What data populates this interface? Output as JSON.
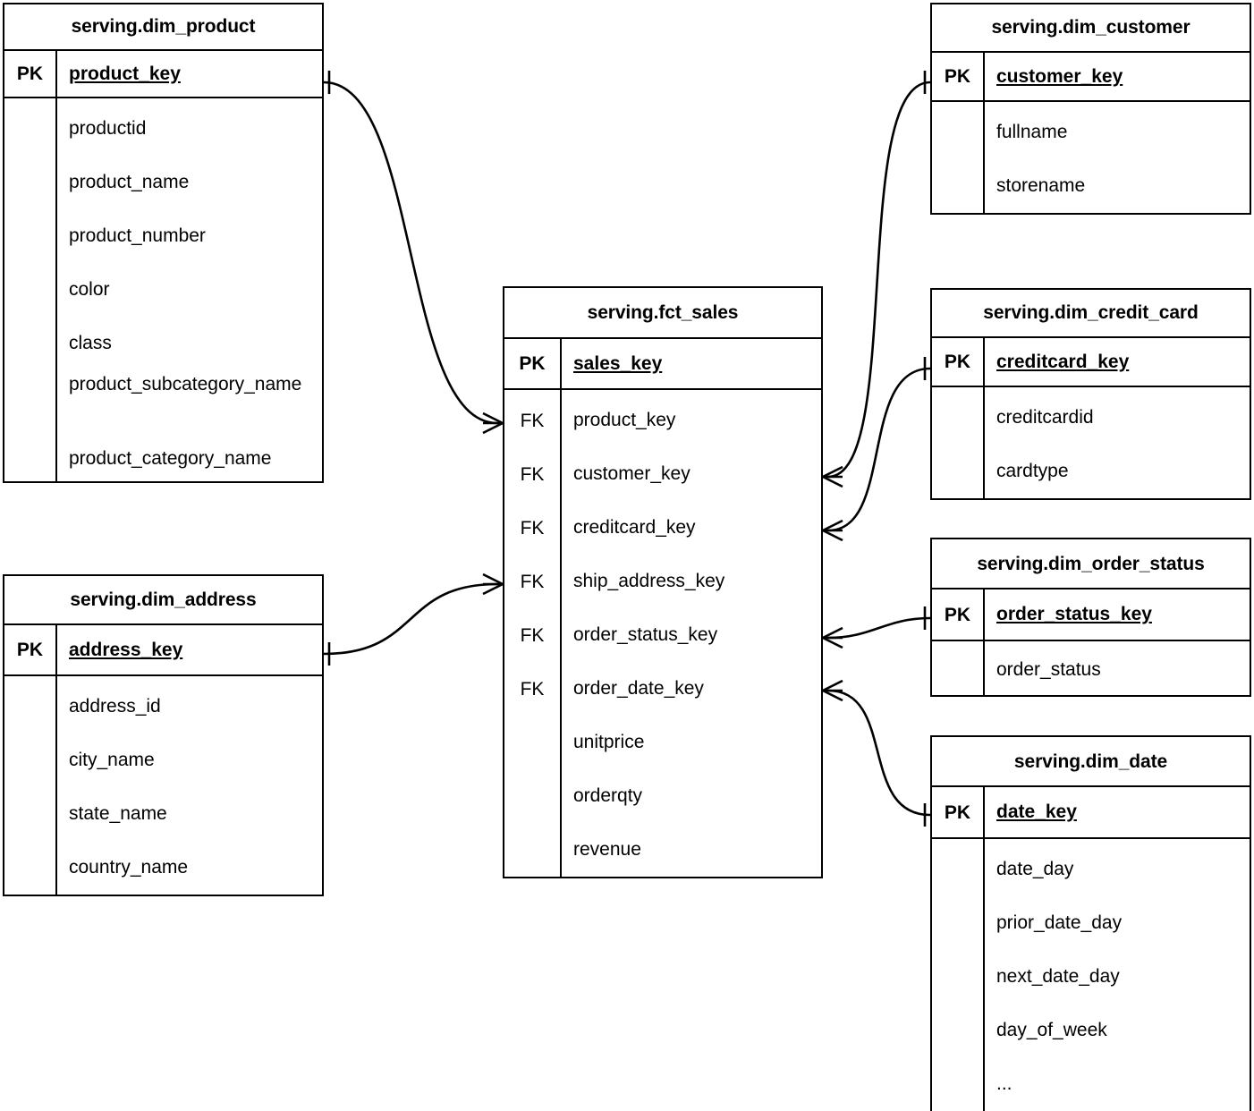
{
  "diagram": {
    "title": "serving layer star schema ERD",
    "notation": "crow's foot",
    "line_color": "#000000",
    "box_border_color": "#000000",
    "background_color": "#ffffff"
  },
  "entities": [
    {
      "id": "dim_product",
      "name": "serving.dim_product",
      "pk_label": "PK",
      "pk_field": "product_key",
      "attributes": [
        "productid",
        "product_name",
        "product_number",
        "color",
        "class",
        "product_subcategory_name",
        "product_category_name"
      ]
    },
    {
      "id": "dim_address",
      "name": "serving.dim_address",
      "pk_label": "PK",
      "pk_field": "address_key",
      "attributes": [
        "address_id",
        "city_name",
        "state_name",
        "country_name"
      ]
    },
    {
      "id": "fct_sales",
      "name": "serving.fct_sales",
      "pk_label": "PK",
      "pk_field": "sales_key",
      "fk_label": "FK",
      "fk_fields": [
        "product_key",
        "customer_key",
        "creditcard_key",
        "ship_address_key",
        "order_status_key",
        "order_date_key"
      ],
      "measures": [
        "unitprice",
        "orderqty",
        "revenue"
      ]
    },
    {
      "id": "dim_customer",
      "name": "serving.dim_customer",
      "pk_label": "PK",
      "pk_field": "customer_key",
      "attributes": [
        "fullname",
        "storename"
      ]
    },
    {
      "id": "dim_credit_card",
      "name": "serving.dim_credit_card",
      "pk_label": "PK",
      "pk_field": "creditcard_key",
      "attributes": [
        "creditcardid",
        "cardtype"
      ]
    },
    {
      "id": "dim_order_status",
      "name": "serving.dim_order_status",
      "pk_label": "PK",
      "pk_field": "order_status_key",
      "attributes": [
        "order_status"
      ]
    },
    {
      "id": "dim_date",
      "name": "serving.dim_date",
      "pk_label": "PK",
      "pk_field": "date_key",
      "attributes": [
        "date_day",
        "prior_date_day",
        "next_date_day",
        "day_of_week",
        "..."
      ]
    }
  ],
  "relationships": [
    {
      "id": "rel-product",
      "from": "dim_product.product_key",
      "to": "fct_sales.product_key",
      "from_cardinality": "one",
      "to_cardinality": "many"
    },
    {
      "id": "rel-address",
      "from": "dim_address.address_key",
      "to": "fct_sales.ship_address_key",
      "from_cardinality": "one",
      "to_cardinality": "many"
    },
    {
      "id": "rel-customer",
      "from": "dim_customer.customer_key",
      "to": "fct_sales.customer_key",
      "from_cardinality": "one",
      "to_cardinality": "many"
    },
    {
      "id": "rel-creditcard",
      "from": "dim_credit_card.creditcard_key",
      "to": "fct_sales.creditcard_key",
      "from_cardinality": "one",
      "to_cardinality": "many"
    },
    {
      "id": "rel-orderstatus",
      "from": "dim_order_status.order_status_key",
      "to": "fct_sales.order_status_key",
      "from_cardinality": "one",
      "to_cardinality": "many"
    },
    {
      "id": "rel-date",
      "from": "dim_date.date_key",
      "to": "fct_sales.order_date_key",
      "from_cardinality": "one",
      "to_cardinality": "many"
    }
  ]
}
